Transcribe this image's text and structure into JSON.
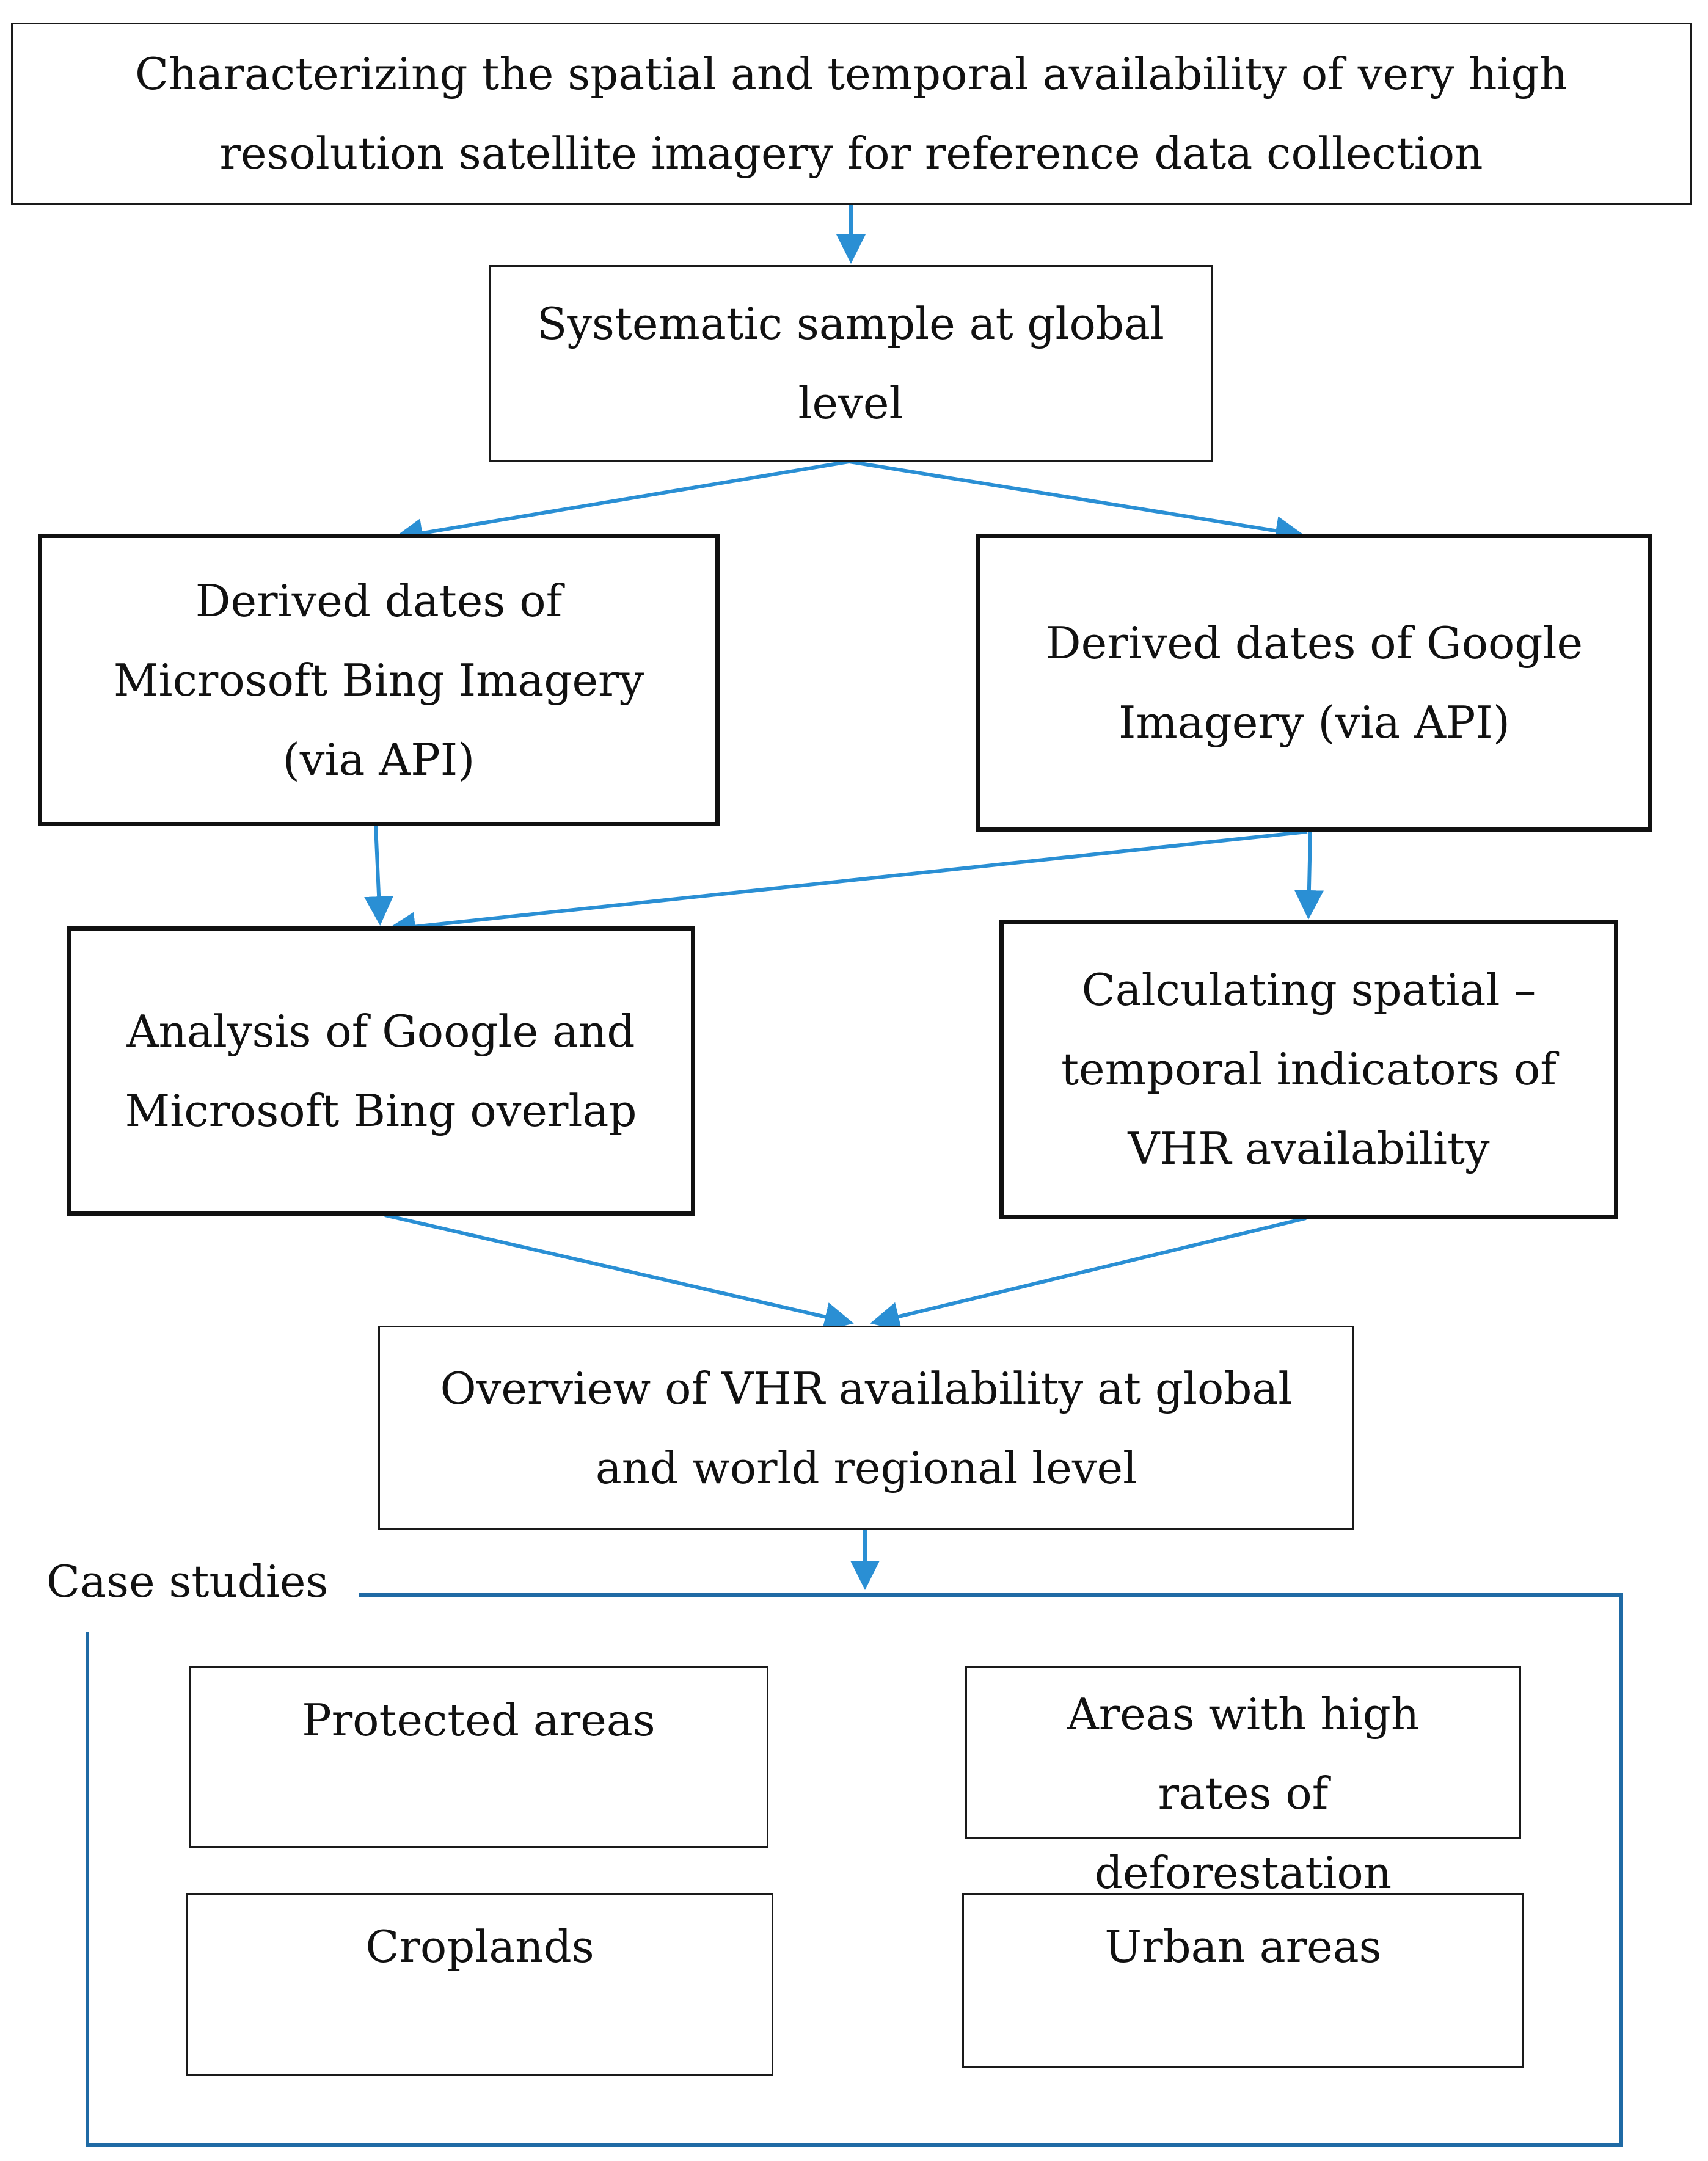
{
  "colors": {
    "arrow": "#2a8fd4",
    "frame": "#1f6aa5",
    "box_border": "#111111"
  },
  "nodes": {
    "goal": "Characterizing the spatial and temporal availability of very high resolution satellite imagery for reference data collection",
    "sample": "Systematic sample at global level",
    "bing_dates": "Derived dates of Microsoft Bing Imagery (via API)",
    "google_dates": "Derived dates of Google Imagery (via API)",
    "overlap": "Analysis of Google and Microsoft Bing overlap",
    "indicators": "Calculating spatial – temporal indicators of VHR availability",
    "overview": "Overview of VHR availability at global and world regional level"
  },
  "case_studies": {
    "title": "Case studies",
    "items": [
      "Protected areas",
      "Areas with high rates of deforestation",
      "Croplands",
      "Urban areas"
    ]
  },
  "edges": [
    [
      "goal",
      "sample"
    ],
    [
      "sample",
      "bing_dates"
    ],
    [
      "sample",
      "google_dates"
    ],
    [
      "bing_dates",
      "overlap"
    ],
    [
      "google_dates",
      "overlap"
    ],
    [
      "google_dates",
      "indicators"
    ],
    [
      "overlap",
      "overview"
    ],
    [
      "indicators",
      "overview"
    ],
    [
      "overview",
      "case_studies"
    ]
  ]
}
